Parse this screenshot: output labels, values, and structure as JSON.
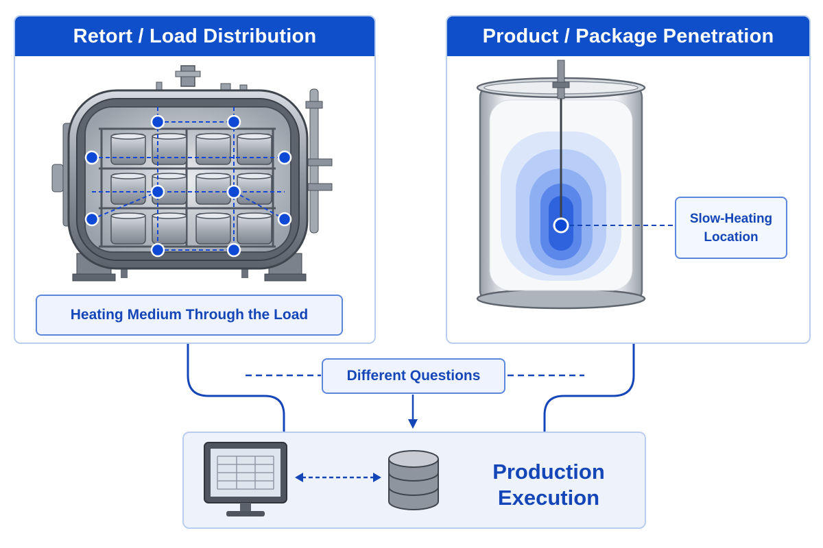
{
  "panels": {
    "left": {
      "title": "Retort / Load Distribution",
      "caption": "Heating Medium Through the Load"
    },
    "right": {
      "title": "Product / Package Penetration",
      "callout_line1": "Slow-Heating",
      "callout_line2": "Location"
    }
  },
  "middle": {
    "label": "Different Questions"
  },
  "bottom": {
    "line1": "Production",
    "line2": "Execution"
  },
  "colors": {
    "accent": "#0f4fc9",
    "border": "#b9cdf0",
    "label_text": "#1446b8",
    "node": "#0e49d6"
  },
  "icons": [
    "retort-vessel-icon",
    "container-probe-icon",
    "monitor-spreadsheet-icon",
    "database-icon",
    "double-arrow-icon",
    "down-arrow-icon"
  ]
}
